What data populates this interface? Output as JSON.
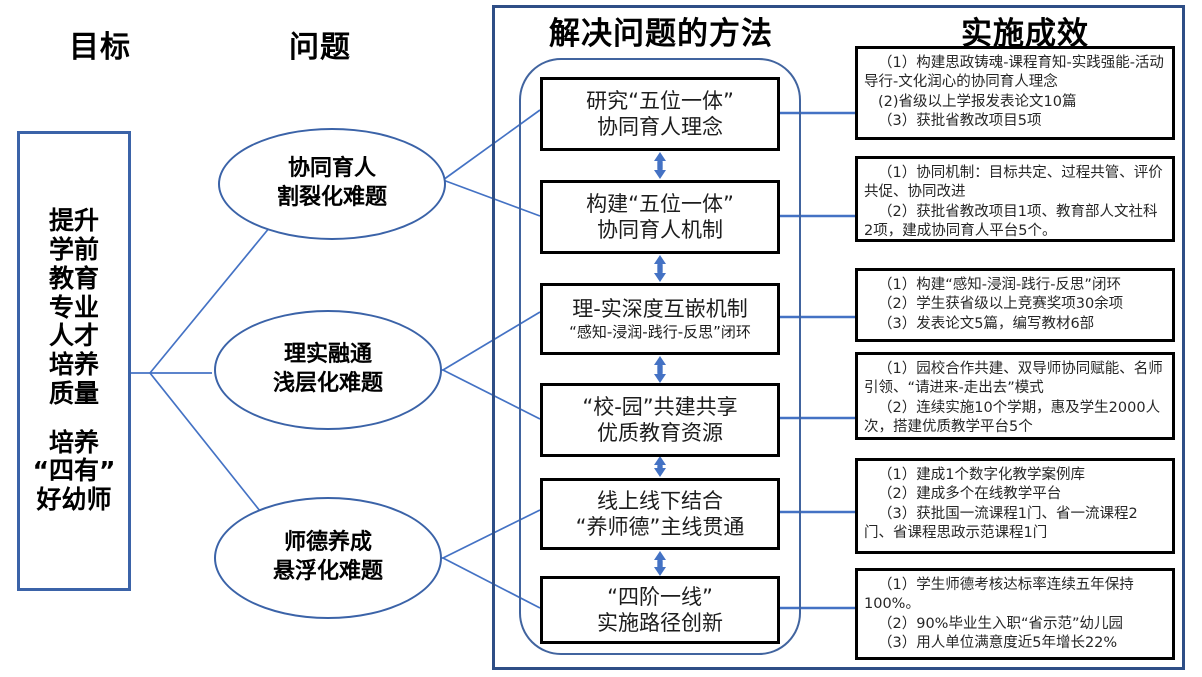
{
  "headings": {
    "goal": "目标",
    "problem": "问题",
    "method": "解决问题的方法",
    "effect": "实施成效"
  },
  "goal_box": {
    "lines": [
      "提升",
      "学前",
      "教育",
      "专业",
      "人才",
      "培养",
      "质量"
    ],
    "lines2": [
      "培养",
      "“四有”",
      "好幼师"
    ]
  },
  "problems": [
    {
      "line1": "协同育人",
      "line2": "割裂化难题"
    },
    {
      "line1": "理实融通",
      "line2": "浅层化难题"
    },
    {
      "line1": "师德养成",
      "line2": "悬浮化难题"
    }
  ],
  "methods": [
    {
      "line1": "研究“五位一体”",
      "line2": "协同育人理念",
      "sub": ""
    },
    {
      "line1": "构建“五位一体”",
      "line2": "协同育人机制",
      "sub": ""
    },
    {
      "line1": "理-实深度互嵌机制",
      "line2": "",
      "sub": "“感知-浸润-践行-反思”闭环"
    },
    {
      "line1": "“校-园”共建共享",
      "line2": "优质教育资源",
      "sub": ""
    },
    {
      "line1": "线上线下结合",
      "line2": "“养师德”主线贯通",
      "sub": ""
    },
    {
      "line1": "“四阶一线”",
      "line2": "实施路径创新",
      "sub": ""
    }
  ],
  "effects": [
    {
      "items": [
        "（1）构建思政铸魂-课程育知-实践强能-活动导行-文化润心的协同育人理念",
        "(2)省级以上学报发表论文10篇",
        "（3）获批省教改项目5项"
      ]
    },
    {
      "items": [
        "（1）协同机制：目标共定、过程共管、评价共促、协同改进",
        "（2）获批省教改项目1项、教育部人文社科2项，建成协同育人平台5个。"
      ]
    },
    {
      "items": [
        "（1）构建“感知-浸润-践行-反思”闭环",
        "（2）学生获省级以上竞赛奖项30余项",
        "（3）发表论文5篇，编写教材6部"
      ]
    },
    {
      "items": [
        "（1）园校合作共建、双导师协同赋能、名师引领、“请进来-走出去”模式",
        "（2）连续实施10个学期，惠及学生2000人次，搭建优质教学平台5个"
      ]
    },
    {
      "items": [
        "（1）建成1个数字化教学案例库",
        "（2）建成多个在线教学平台",
        "（3）获批国一流课程1门、省一流课程2门、省课程思政示范课程1门"
      ]
    },
    {
      "items": [
        "（1）学生师德考核达标率连续五年保持100%。",
        "（2）90%毕业生入职“省示范”幼儿园",
        "（3）用人单位满意度近5年增长22%"
      ]
    }
  ],
  "colors": {
    "connector_blue": "#4472C4",
    "frame_blue": "#2E4E86",
    "ellipse_blue": "#3B63A8",
    "box_black": "#000000",
    "arrow_blue": "#4472C4"
  },
  "connector_arrows": {
    "between_methods_icon": "double-headed-vertical-arrow",
    "count": 5
  }
}
